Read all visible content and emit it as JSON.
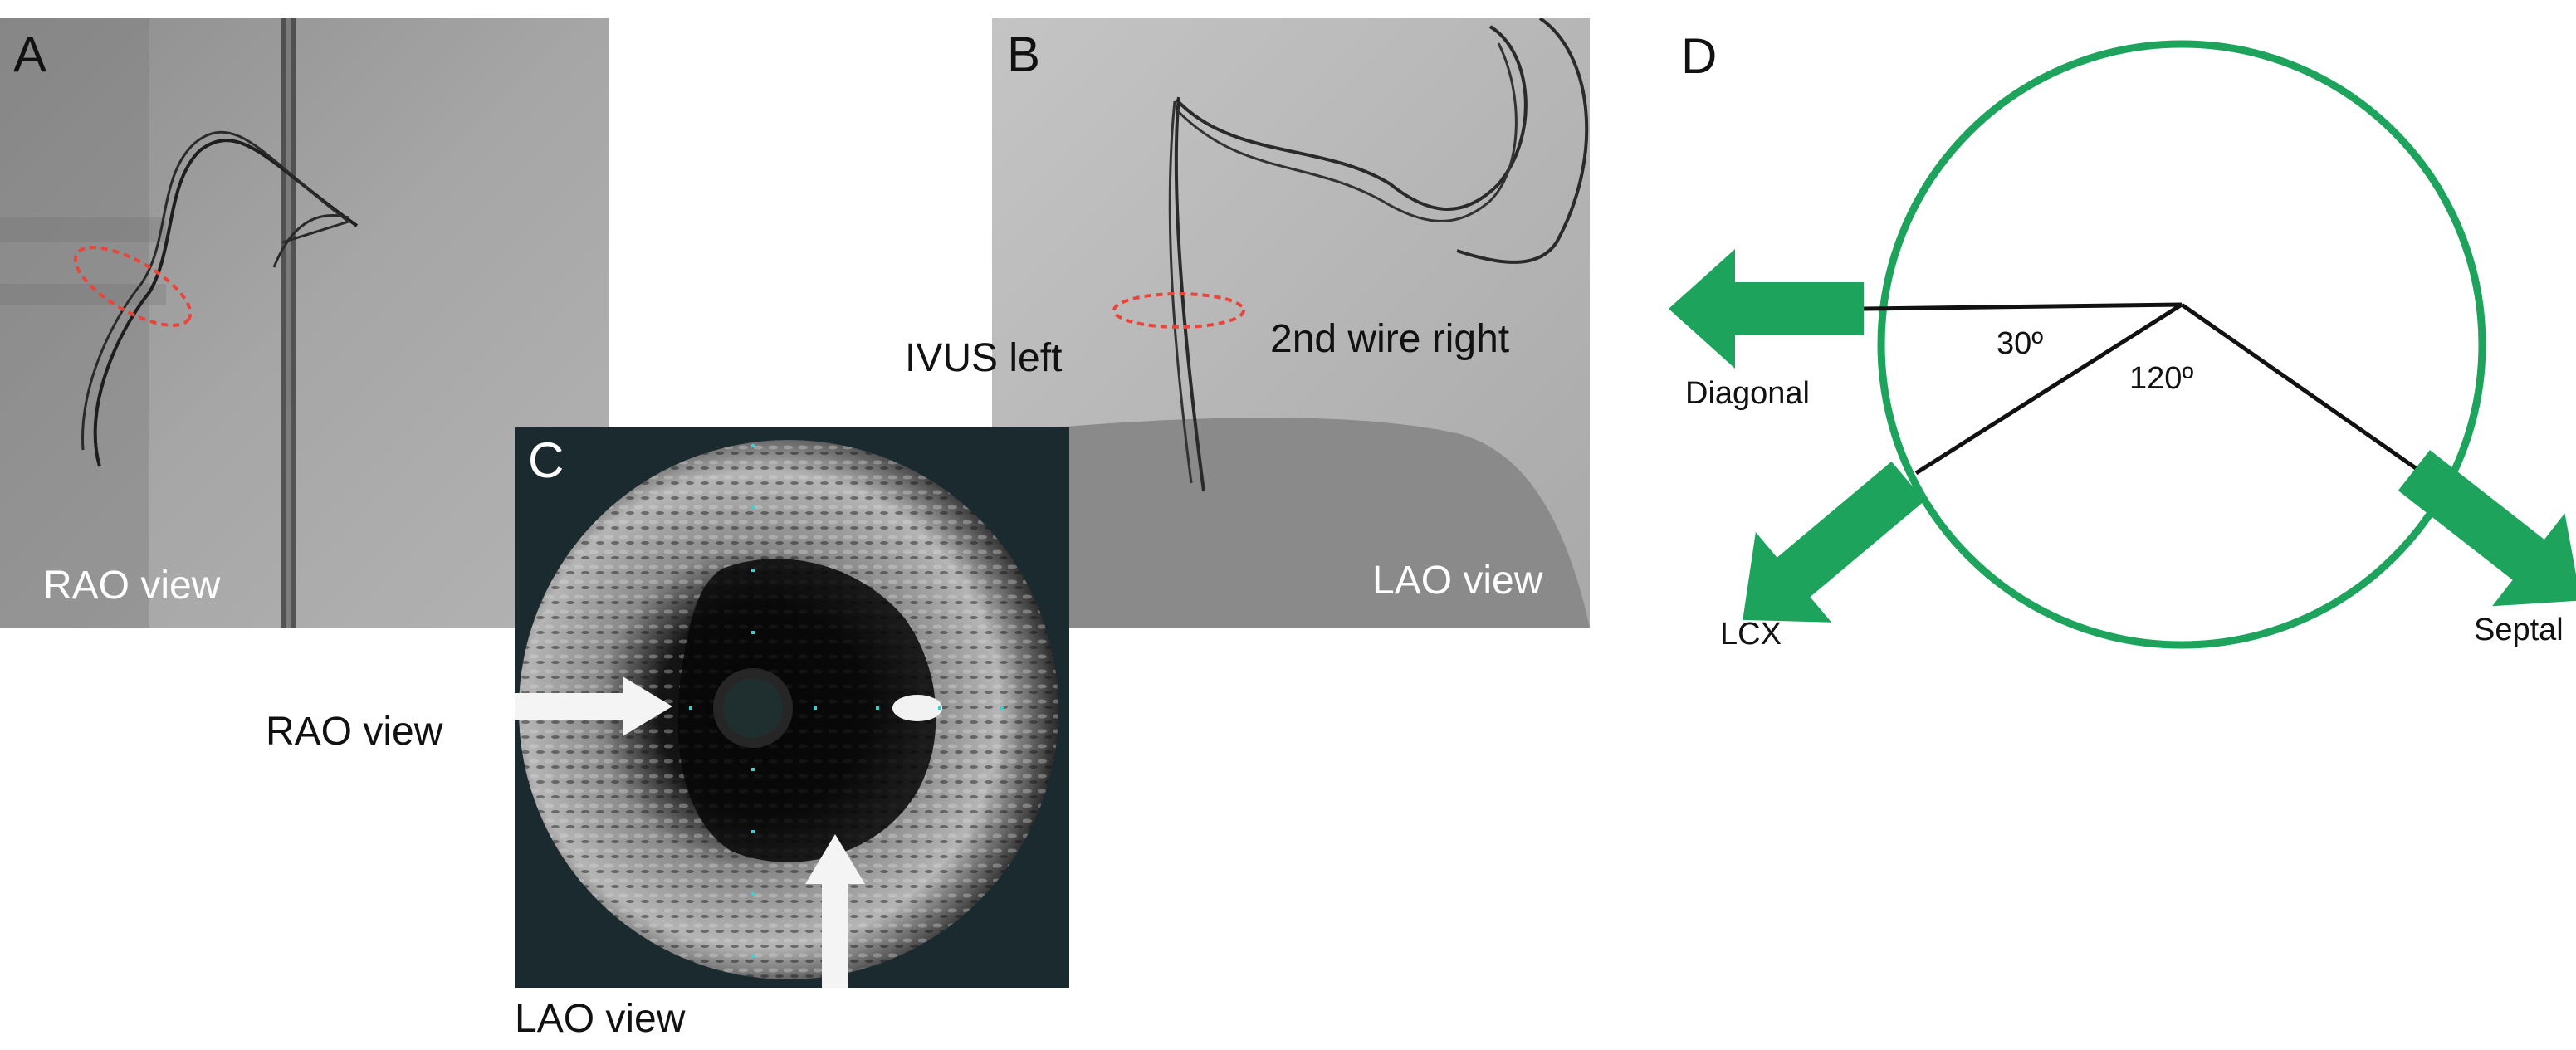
{
  "panels": {
    "a": {
      "letter": "A",
      "caption": "RAO view"
    },
    "b": {
      "letter": "B",
      "caption": "LAO view",
      "label_left": "IVUS left",
      "label_right": "2nd wire right"
    },
    "c": {
      "letter": "C",
      "arrow_labels": {
        "rao": "RAO view",
        "lao": "LAO view"
      }
    },
    "d": {
      "letter": "D",
      "branches": {
        "diagonal": "Diagonal",
        "lcx": "LCX",
        "septal": "Septal"
      },
      "angles": {
        "small": "30º",
        "large": "120º"
      }
    }
  },
  "colors": {
    "circle_and_arrows": "#1da35c",
    "roi_ellipse": "#e8463a",
    "angiogram_background": "#9c9c9c",
    "ivus_background": "#1a2a2e"
  },
  "icons": {
    "panel_c_arrows": [
      "arrow-right-icon",
      "arrow-up-icon"
    ],
    "panel_d_arrows": [
      "arrow-left-icon",
      "arrow-down-left-icon",
      "arrow-down-right-icon"
    ]
  }
}
